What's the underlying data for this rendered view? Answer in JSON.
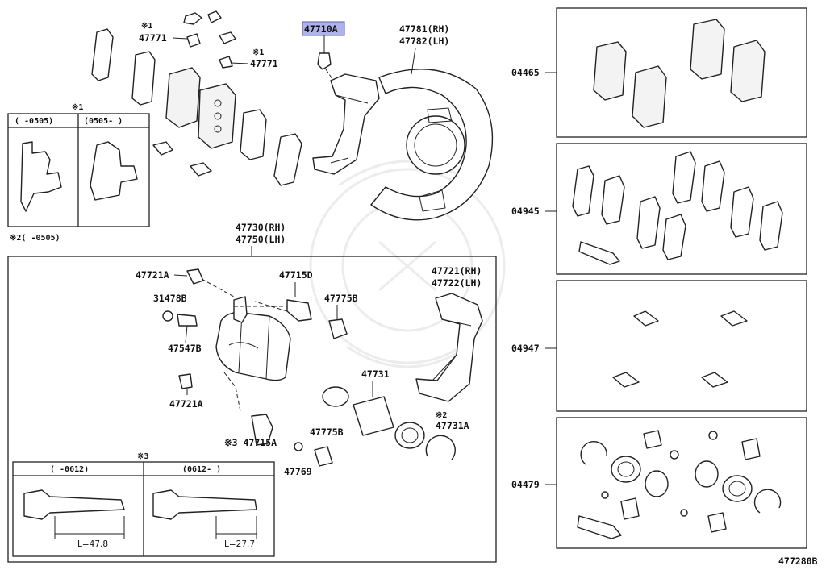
{
  "parts": {
    "p47710a": "47710A",
    "p47781": "47781(RH)",
    "p47782": "47782(LH)",
    "p47771_top": "47771",
    "p47771_mid": "47771",
    "mark1_a": "※1",
    "mark1_b": "※1",
    "p47730": "47730(RH)",
    "p47750": "47750(LH)",
    "p47721a_top": "47721A",
    "p47715d": "47715D",
    "p31478b": "31478B",
    "p47775b_top": "47775B",
    "p47721": "47721(RH)",
    "p47722": "47722(LH)",
    "p47547b": "47547B",
    "p47731": "47731",
    "p47721a_bot": "47721A",
    "mark2_a": "※2",
    "p47731a": "47731A",
    "p47715a": "※3 47715A",
    "p47775b_bot": "47775B",
    "p47769": "47769",
    "k04465": "04465",
    "k04945": "04945",
    "k04947": "04947",
    "k04479": "04479",
    "ref": "477280B"
  },
  "insets": {
    "inset1_mark": "※1",
    "inset1_col1": "(   -0505)",
    "inset1_col2": "(0505-    )",
    "note2": "※2(    -0505)",
    "inset3_mark": "※3",
    "inset3_col1": "(  -0612)",
    "inset3_col2": "(0612-   )",
    "len1": "L=47.8",
    "len2": "L=27.7"
  },
  "colors": {
    "highlight": "#aeb3ec",
    "line": "#222222"
  }
}
